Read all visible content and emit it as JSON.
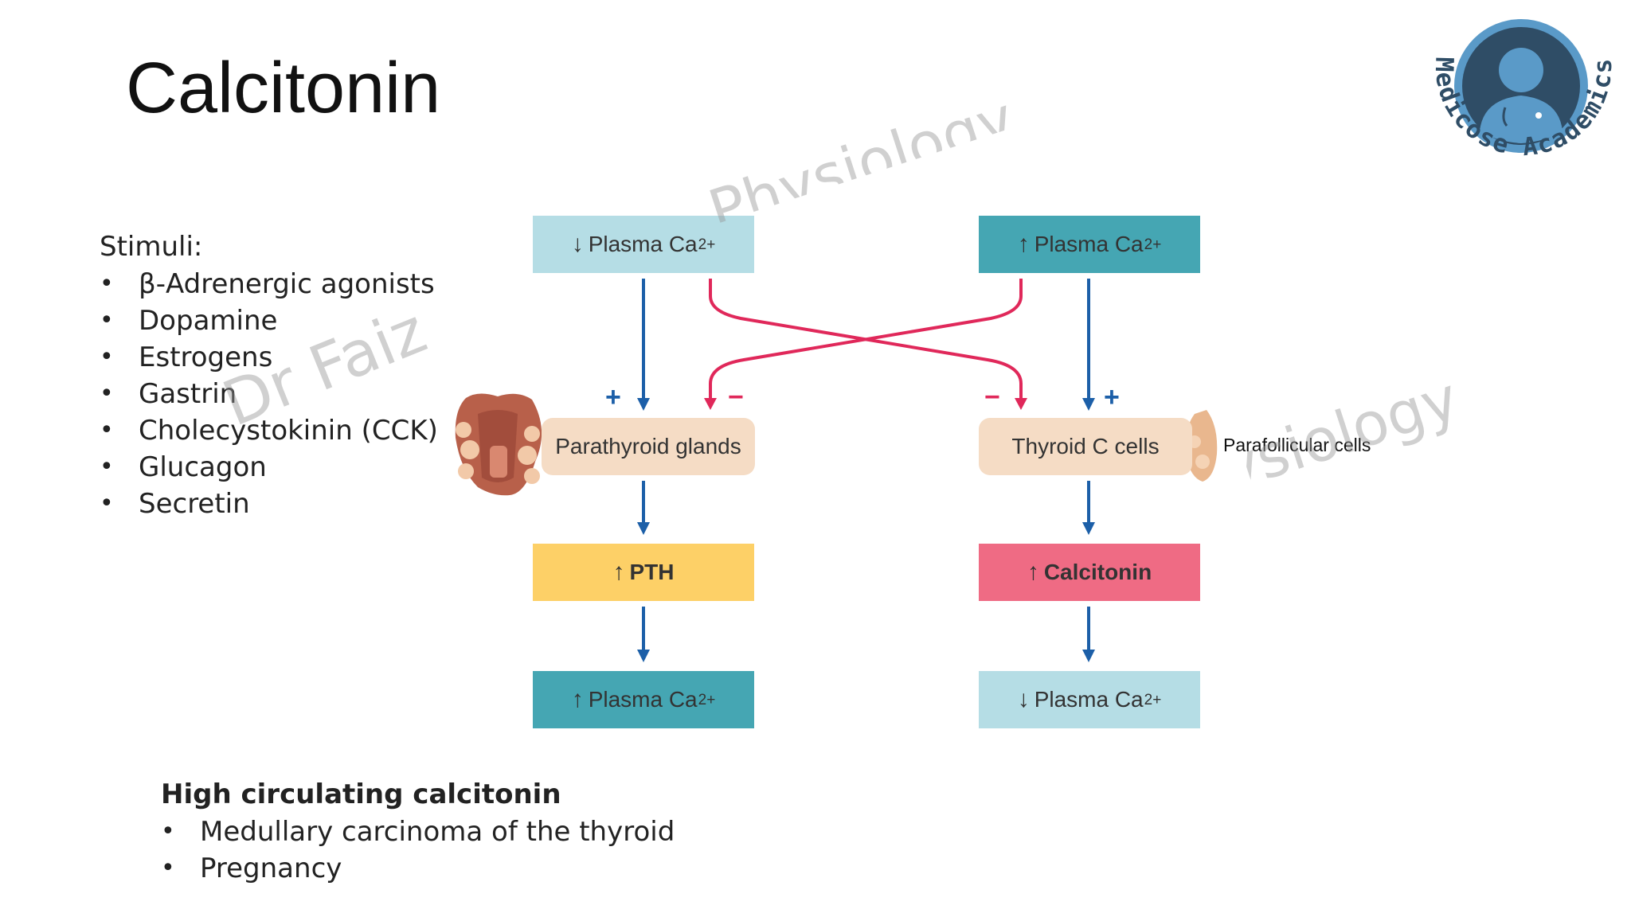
{
  "slide": {
    "title": "Calcitonin",
    "stimuli_heading": "Stimuli:",
    "stimuli": [
      "β-Adrenergic agonists",
      "Dopamine",
      "Estrogens",
      "Gastrin",
      "Cholecystokinin (CCK)",
      "Glucagon",
      "Secretin"
    ],
    "high_heading": "High circulating calcitonin",
    "high_items": [
      "Medullary carcinoma of the thyroid",
      "Pregnancy"
    ]
  },
  "diagram": {
    "left": {
      "top_arrow": "↓",
      "top_text": "Plasma Ca",
      "sup": "2+",
      "gland": "Parathyroid glands",
      "hormone_arrow": "↑",
      "hormone": "PTH",
      "bottom_arrow": "↑",
      "bottom_text": "Plasma Ca"
    },
    "right": {
      "top_arrow": "↑",
      "top_text": "Plasma Ca",
      "sup": "2+",
      "gland": "Thyroid C cells",
      "hormone_arrow": "↑",
      "hormone": "Calcitonin",
      "bottom_arrow": "↓",
      "bottom_text": "Plasma Ca"
    },
    "plus": "+",
    "minus": "−",
    "side_label": "Parafollicular cells"
  },
  "watermarks": {
    "text1": "Physiology",
    "text2": "Dr Faiz",
    "text3": "Physiology"
  },
  "logo": {
    "text": "Medicose Academics"
  },
  "colors": {
    "light_blue": "#b5dde5",
    "teal": "#45a6b3",
    "tan": "#f5dcc5",
    "yellow": "#fdd067",
    "pink": "#ef6b84",
    "blue_arrow": "#1c5fa8",
    "red_arrow": "#e0285a",
    "logo_ring": "#5a9ac8",
    "logo_dark": "#2f4d66"
  }
}
